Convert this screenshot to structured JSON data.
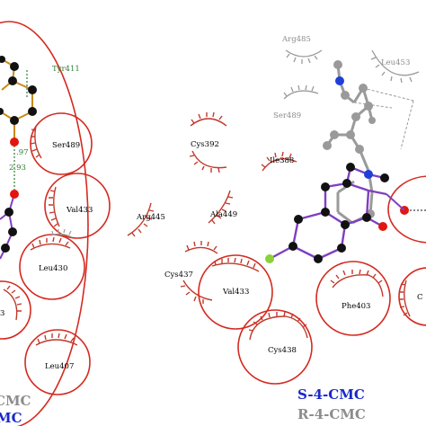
{
  "colors": {
    "circle": "#d42a1f",
    "residue": "#c0392b",
    "residue_gray": "#9a9a9a",
    "bond_purple": "#7f3fbf",
    "bond_orange": "#c98a1a",
    "hbond": "#2e7d32",
    "legend_s": "#1a28c8",
    "legend_r": "#8c8c8c",
    "atom_black": "#111111",
    "atom_red": "#e3160f",
    "atom_blue": "#1f3fd8",
    "atom_gray": "#9a9a9a",
    "atom_green": "#8bd13b"
  },
  "labels": {
    "tyr411": "Tyr411",
    "ser489_left": "Ser489",
    "val433_left": "Val433",
    "leu430": "Leu430",
    "residue_cut_3": "3",
    "leu407": "Leu407",
    "dist_1": ".97",
    "dist_2": "2.93",
    "arg485": "Arg485",
    "leu453": "Leu453",
    "ser489_right": "Ser489",
    "cys392": "Cys392",
    "ile388": "Ile388",
    "arg445": "Arg445",
    "ala449": "Ala449",
    "cys437": "Cys437",
    "val433_right": "Val433",
    "phe403": "Phe403",
    "cys438": "Cys438",
    "residue_cut_c": "C"
  },
  "legend": {
    "left_gray": "CMC",
    "left_blue": "MC",
    "s_label": "S-4-CMC",
    "r_label": "R-4-CMC"
  }
}
